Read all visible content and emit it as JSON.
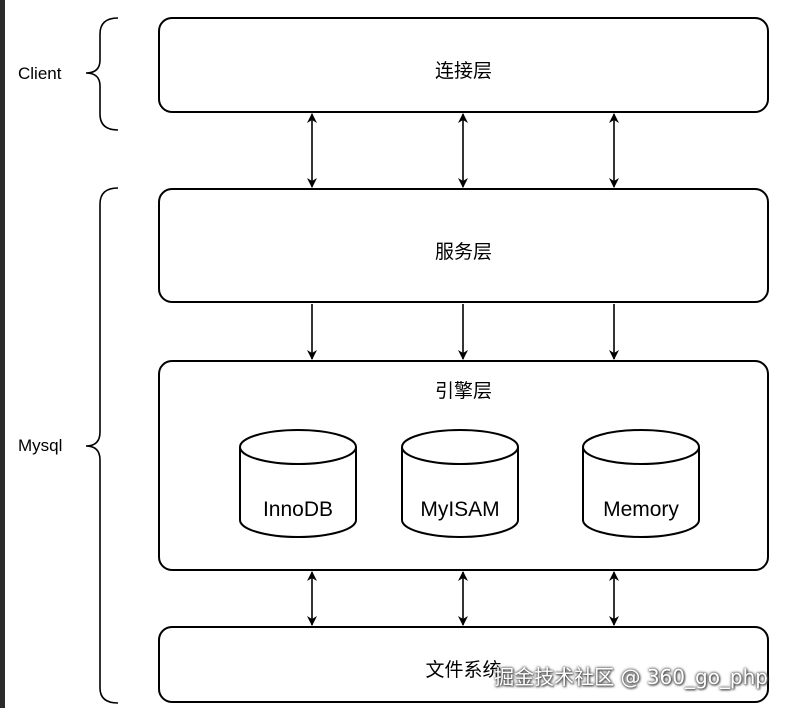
{
  "sides": {
    "client": "Client",
    "mysql": "Mysql"
  },
  "layers": {
    "connection": "连接层",
    "service": "服务层",
    "engine": "引擎层",
    "filesystem": "文件系统"
  },
  "engines": [
    "InnoDB",
    "MyISAM",
    "Memory"
  ],
  "watermark": "掘金技术社区 @ 360_go_php"
}
